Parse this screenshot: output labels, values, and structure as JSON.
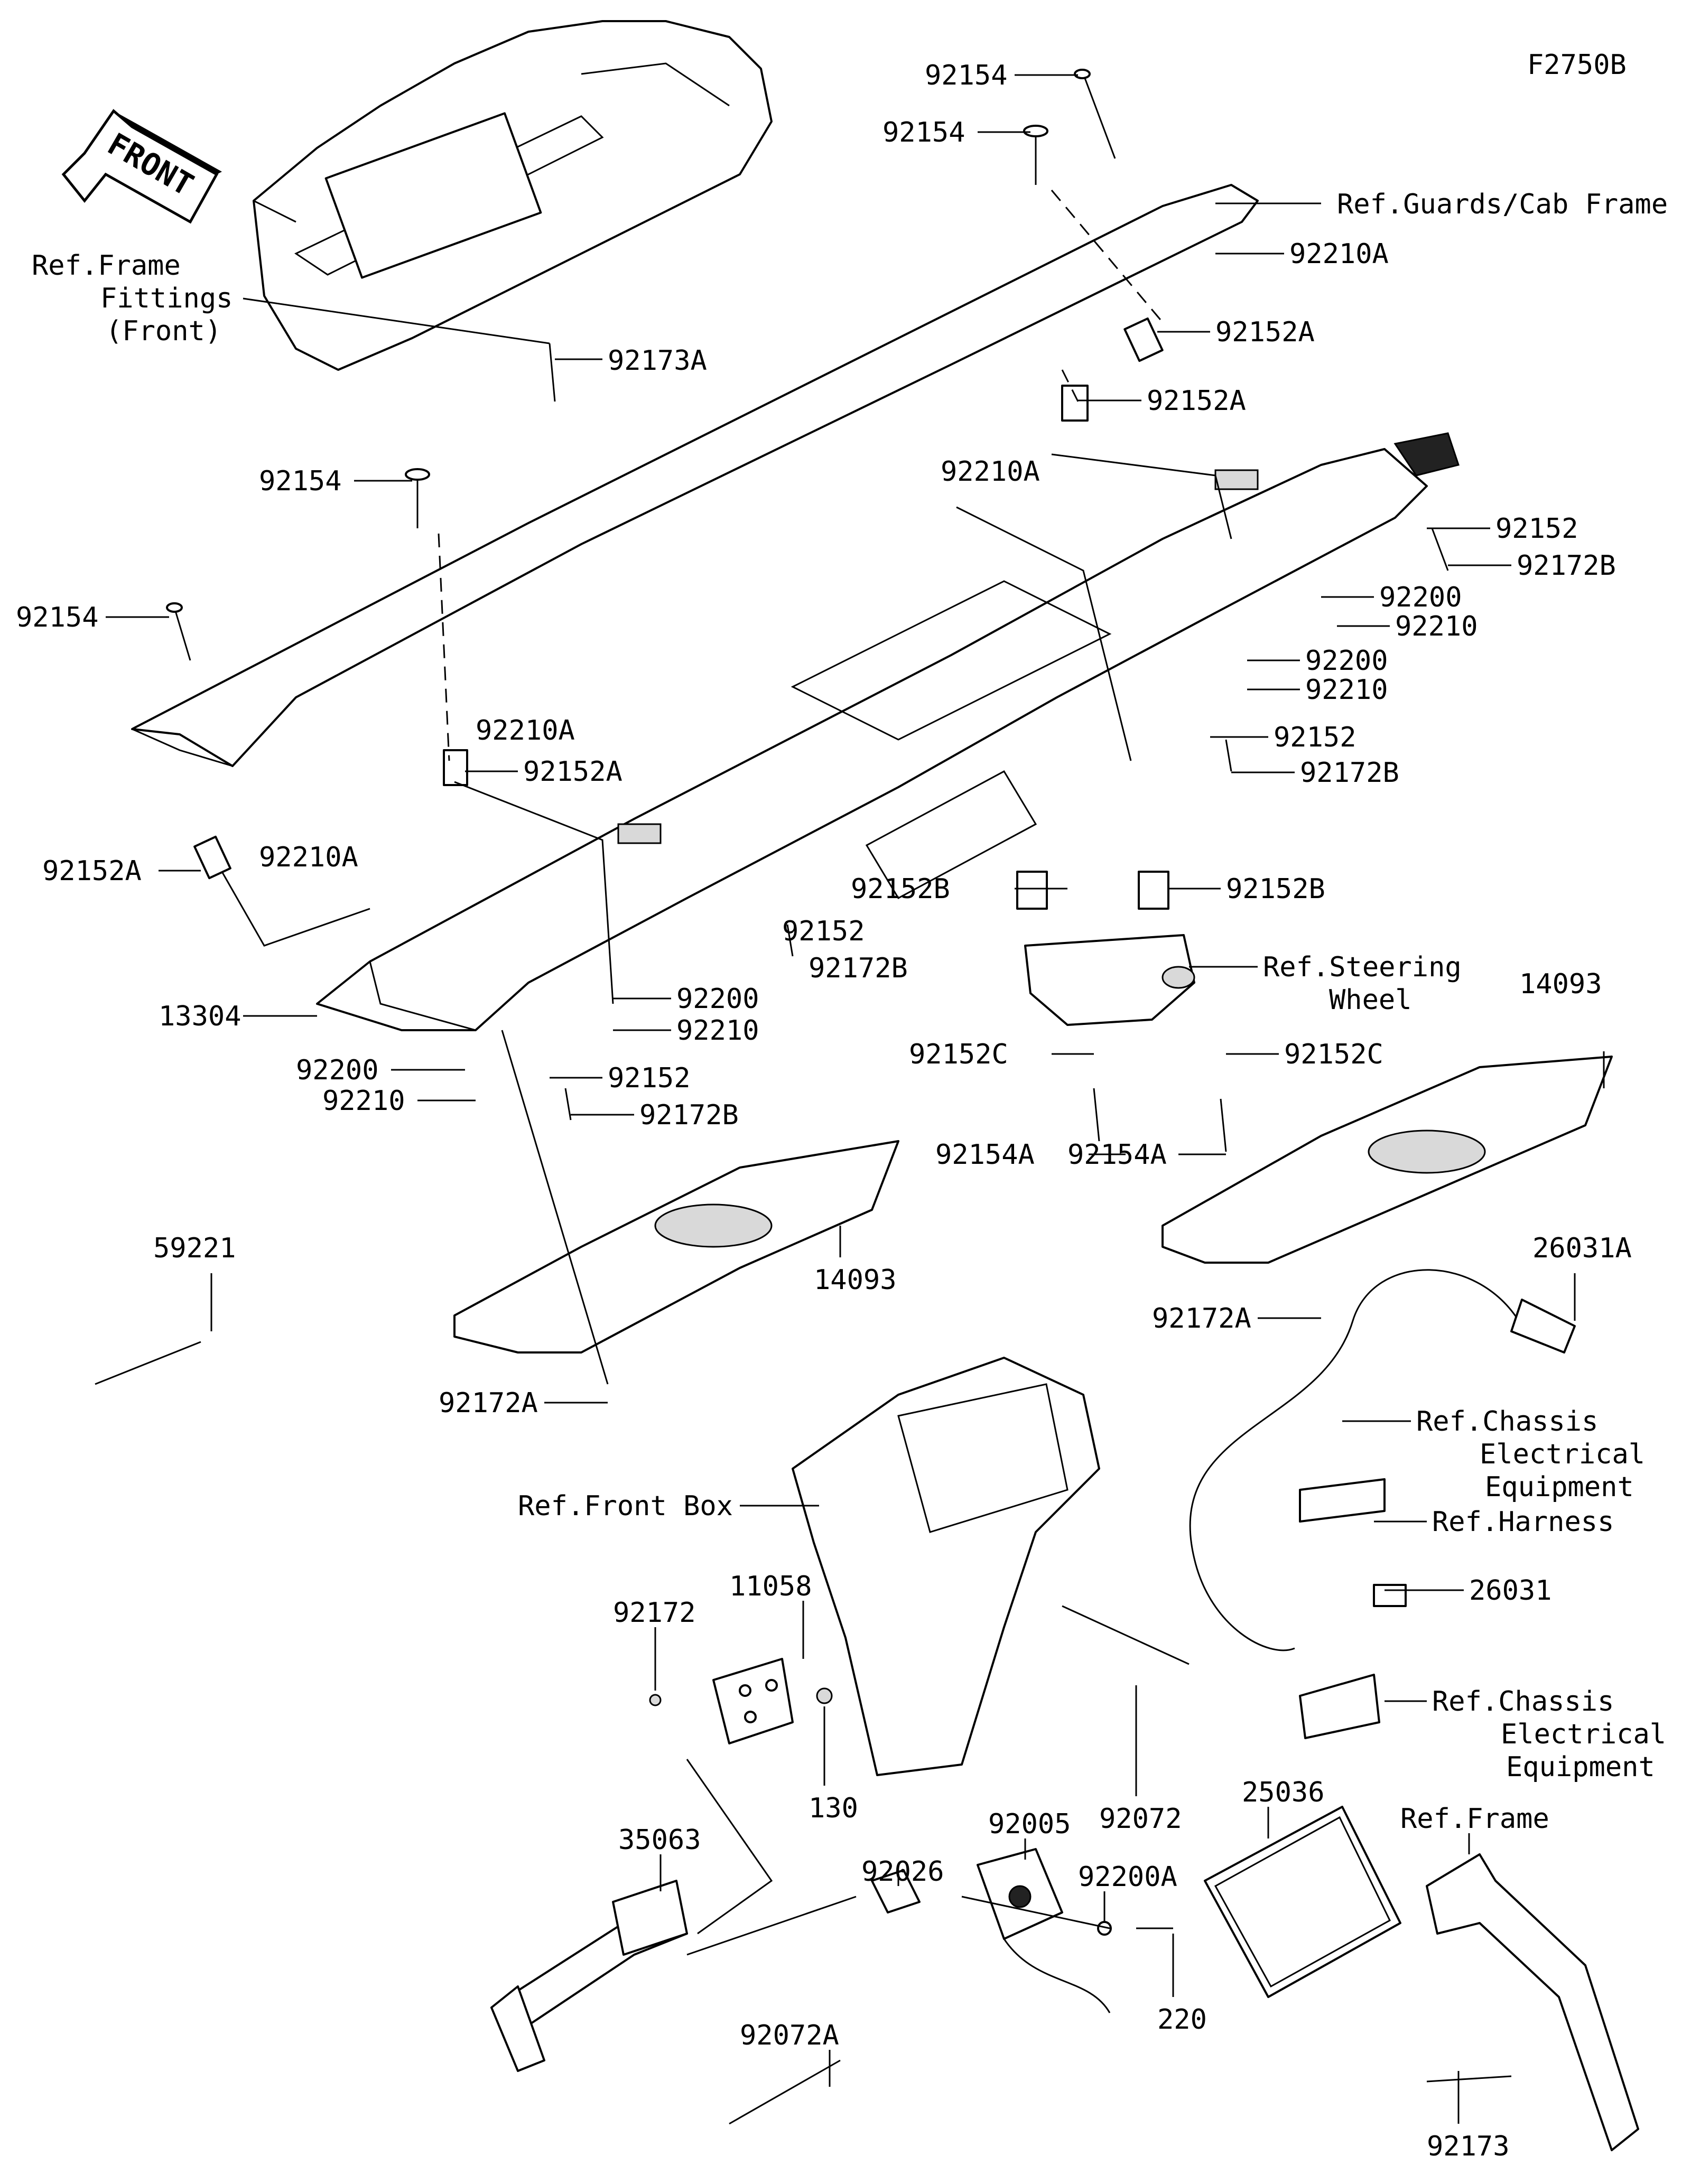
{
  "figure_code": "F2750B",
  "front_badge": "FRONT",
  "callouts": {
    "c_92154_top1": "92154",
    "c_92154_top2": "92154",
    "c_ref_guards": "Ref.Guards/Cab Frame",
    "c_92210A_r1": "92210A",
    "c_92152A_r1": "92152A",
    "c_92152A_r2": "92152A",
    "c_92210A_mid": "92210A",
    "c_ref_frame_fit_1": "Ref.Frame",
    "c_ref_frame_fit_2": "Fittings",
    "c_ref_frame_fit_3": "(Front)",
    "c_92173A": "92173A",
    "c_92154_left1": "92154",
    "c_92154_left2": "92154",
    "c_92210A_left": "92210A",
    "c_92152A_left1": "92152A",
    "c_92210A_left2": "92210A",
    "c_92152A_left2": "92152A",
    "c_92152_r1": "92152",
    "c_92172B_r1": "92172B",
    "c_92200_r1": "92200",
    "c_92210_r1": "92210",
    "c_92200_r2": "92200",
    "c_92210_r2": "92210",
    "c_92152_r2": "92152",
    "c_92172B_r2": "92172B",
    "c_92152B_1": "92152B",
    "c_92152B_2": "92152B",
    "c_92152_mid": "92152",
    "c_92172B_mid": "92172B",
    "c_ref_steering_1": "Ref.Steering",
    "c_ref_steering_2": "Wheel",
    "c_13304": "13304",
    "c_92200_mid": "92200",
    "c_92210_mid": "92210",
    "c_92200_left": "92200",
    "c_92210_left": "92210",
    "c_92152_low": "92152",
    "c_92172B_low": "92172B",
    "c_92152C_1": "92152C",
    "c_92152C_2": "92152C",
    "c_92154A_1": "92154A",
    "c_92154A_2": "92154A",
    "c_14093_r": "14093",
    "c_14093_l": "14093",
    "c_59221": "59221",
    "c_92172A_l": "92172A",
    "c_92172A_r": "92172A",
    "c_26031A": "26031A",
    "c_ref_chassis1_1": "Ref.Chassis",
    "c_ref_chassis1_2": "Electrical",
    "c_ref_chassis1_3": "Equipment",
    "c_ref_harness": "Ref.Harness",
    "c_26031": "26031",
    "c_ref_chassis2_1": "Ref.Chassis",
    "c_ref_chassis2_2": "Electrical",
    "c_ref_chassis2_3": "Equipment",
    "c_ref_front_box": "Ref.Front Box",
    "c_11058": "11058",
    "c_92172": "92172",
    "c_130": "130",
    "c_92072": "92072",
    "c_25036": "25036",
    "c_ref_frame": "Ref.Frame",
    "c_92005": "92005",
    "c_92026": "92026",
    "c_92200A": "92200A",
    "c_35063": "35063",
    "c_220": "220",
    "c_92072A": "92072A",
    "c_92173": "92173"
  }
}
